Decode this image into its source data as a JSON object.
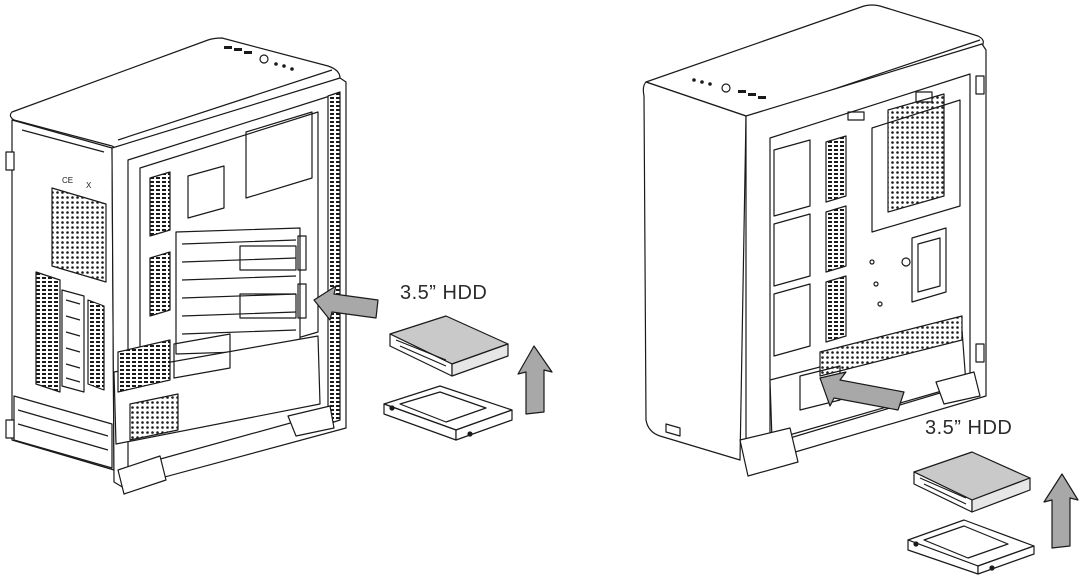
{
  "callouts": {
    "left_label": "3.5” HDD",
    "right_label": "3.5” HDD"
  },
  "logos": {
    "ce_mark": "CE",
    "weee_mark": "X"
  },
  "icons": [
    "arrow-icon",
    "hard-drive-icon",
    "drive-tray-icon",
    "fan-grille-icon"
  ],
  "colors": {
    "line": "#1a1a1a",
    "arrow_fill": "#a8a8a8",
    "hdd_fill": "#c9c9c9",
    "background": "#ffffff"
  }
}
